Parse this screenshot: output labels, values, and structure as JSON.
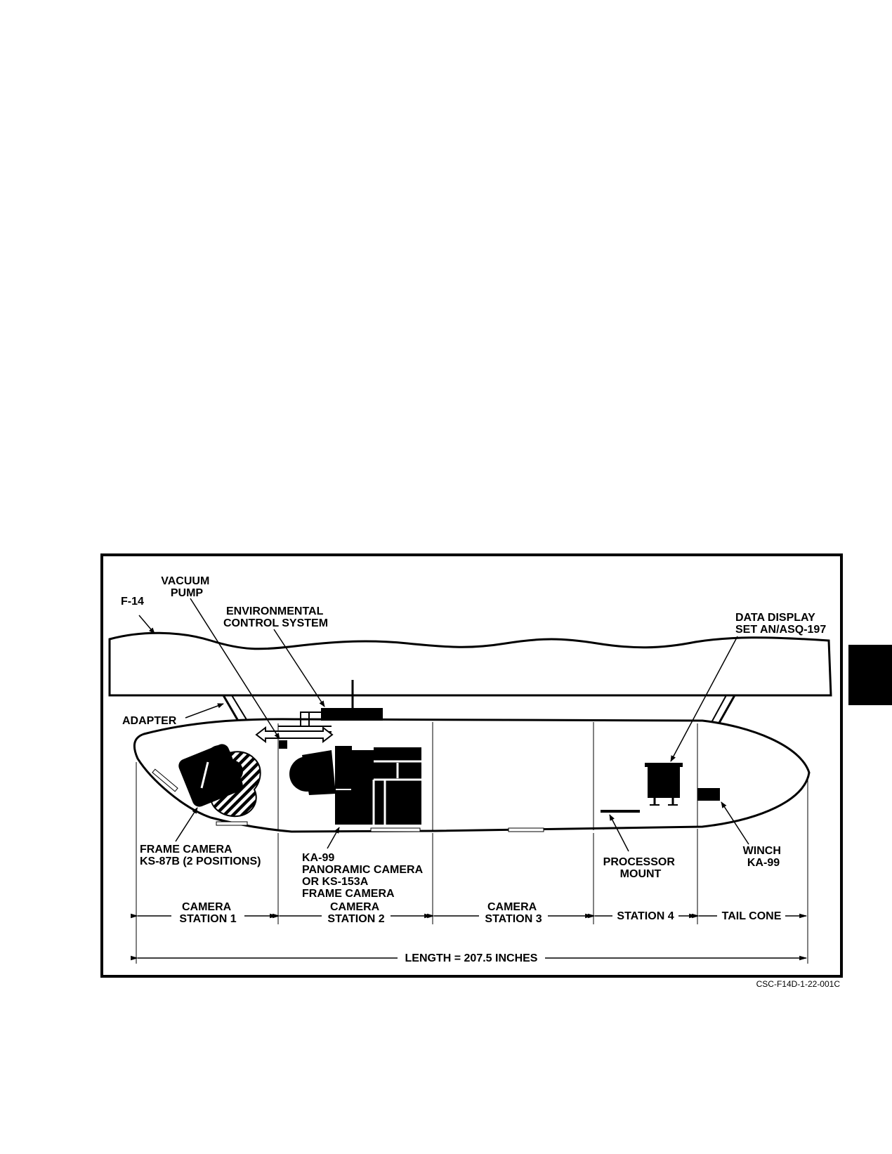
{
  "labels": {
    "vacuum_pump": [
      "VACUUM",
      "PUMP"
    ],
    "f14": "F-14",
    "ecs": [
      "ENVIRONMENTAL",
      "CONTROL SYSTEM"
    ],
    "data_display": [
      "DATA DISPLAY",
      "SET AN/ASQ-197"
    ],
    "adapter": "ADAPTER",
    "frame_camera": [
      "FRAME CAMERA",
      "KS-87B (2 POSITIONS)"
    ],
    "ka99": [
      "KA-99",
      "PANORAMIC CAMERA",
      "OR KS-153A",
      "FRAME CAMERA"
    ],
    "processor": [
      "PROCESSOR",
      "MOUNT"
    ],
    "winch": [
      "WINCH",
      "KA-99"
    ]
  },
  "stations": {
    "cam1": [
      "CAMERA",
      "STATION 1"
    ],
    "cam2": [
      "CAMERA",
      "STATION 2"
    ],
    "cam3": [
      "CAMERA",
      "STATION 3"
    ],
    "station4": "STATION 4",
    "tail": "TAIL CONE"
  },
  "length_label": "LENGTH = 207.5 INCHES",
  "figure_id": "CSC-F14D-1-22-001C"
}
